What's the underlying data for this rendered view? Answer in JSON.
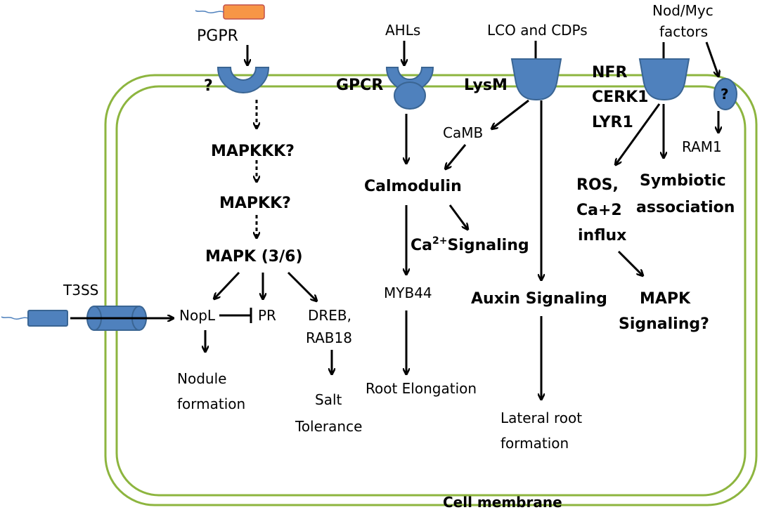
{
  "labels": {
    "pgpr": "PGPR",
    "ahls": "AHLs",
    "lco": "LCO and CDPs",
    "nodmyc_1": "Nod/Myc",
    "nodmyc_2": "factors",
    "question_receptor": "?",
    "question_oval": "?",
    "gpcr": "GPCR",
    "lysm": "LysM",
    "nfr": "NFR",
    "cerk1": "CERK1",
    "lyr1": "LYR1",
    "ram1": "RAM1",
    "mapkkk": "MAPKKK?",
    "mapkk": "MAPKK?",
    "mapk": "MAPK (3/6)",
    "t3ss": "T3SS",
    "nopl": "NopL",
    "pr": "PR",
    "dreb": "DREB,",
    "rab18": "RAB18",
    "nodule_1": "Nodule",
    "nodule_2": "formation",
    "salt_1": "Salt",
    "salt_2": "Tolerance",
    "camb": "CaMB",
    "calmodulin": "Calmodulin",
    "ca_prefix": "Ca",
    "ca_sup": "2+",
    "ca_suffix": "Signaling",
    "myb44": "MYB44",
    "root_elong": "Root Elongation",
    "auxin": "Auxin Signaling",
    "lateral_1": "Lateral root",
    "lateral_2": "formation",
    "ros": "ROS,",
    "ca2": "Ca+2",
    "influx": "influx",
    "symb_1": "Symbiotic",
    "symb_2": "association",
    "mapk_sig_1": "MAPK",
    "mapk_sig_2": "Signaling?",
    "membrane": "Cell membrane"
  },
  "colors": {
    "membrane": "#8db53f",
    "receptor": "#4f81bd",
    "pgpr_box": "#f79646"
  }
}
